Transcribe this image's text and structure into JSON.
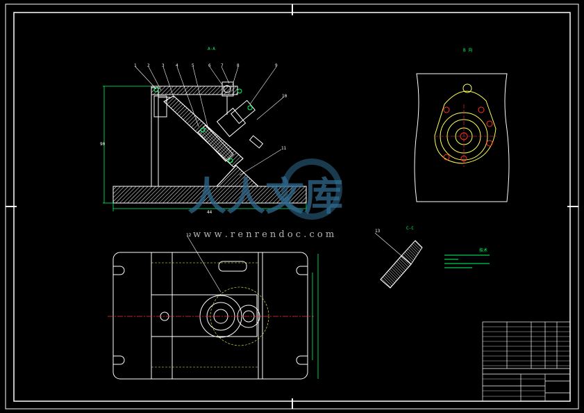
{
  "drawing": {
    "view_labels": [
      "A-A",
      "B 向",
      "C-C"
    ],
    "dimensions": [
      "44",
      "90"
    ],
    "part_balloons": [
      "1",
      "2",
      "3",
      "4",
      "5",
      "6",
      "7",
      "8",
      "9",
      "10",
      "11",
      "12",
      "13"
    ],
    "tech_requirements_title": "技术",
    "colors": {
      "background": "#000000",
      "outline": "#ffffff",
      "hatch": "#ffffff",
      "center_line": "#ff3030",
      "dimension": "#00ff66",
      "hidden": "#ffff55"
    }
  },
  "watermark": {
    "brand": "人人文库",
    "url": "w w w . r e n r e n d o c . c o m"
  }
}
